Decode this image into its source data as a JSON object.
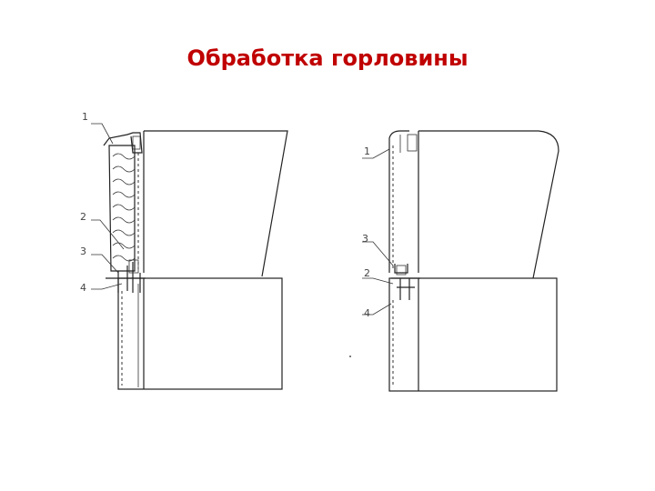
{
  "title": "Обработка горловины",
  "left_figure": {
    "callouts": [
      "1",
      "2",
      "3",
      "4"
    ]
  },
  "right_figure": {
    "callouts": [
      "1",
      "3",
      "2",
      "4"
    ]
  }
}
